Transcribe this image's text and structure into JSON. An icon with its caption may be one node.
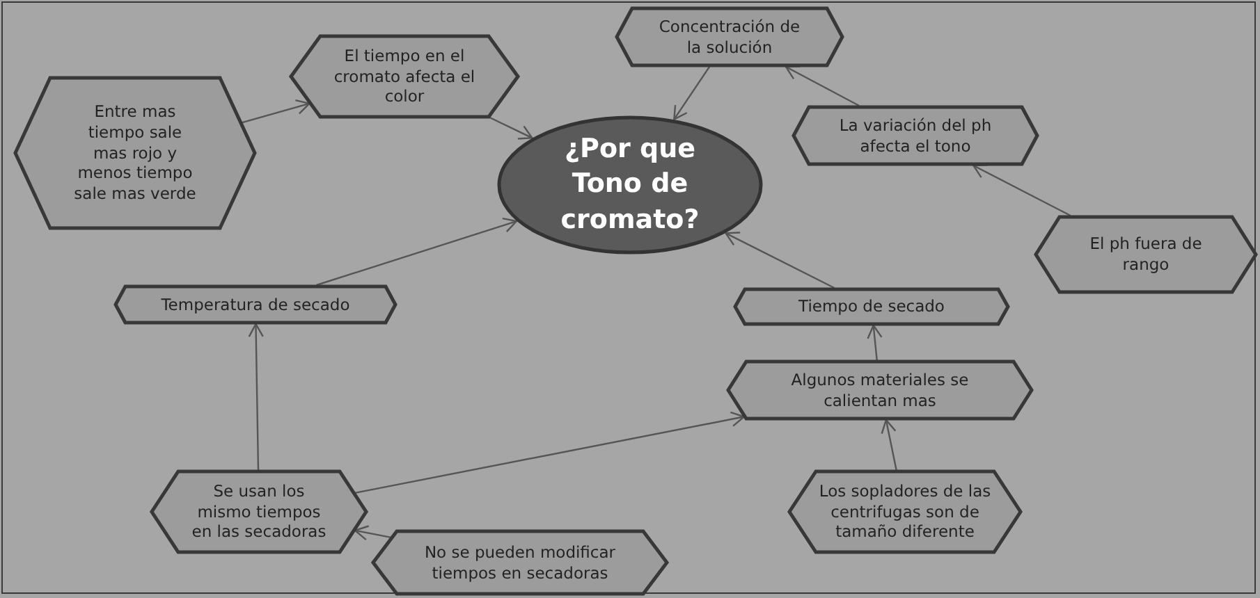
{
  "diagram": {
    "nodes": [
      {
        "text": [
          "¿Por que Tono de cromato?"
        ]
      },
      {
        "text": [
          "Entre mas tiempo sale mas rojo y menos tiempo sale mas verde"
        ]
      },
      {
        "text": [
          "El tiempo en el cromato afecta el color"
        ]
      },
      {
        "text": [
          "Concentración de la solución"
        ]
      },
      {
        "text": [
          "La variación del ph afecta el tono"
        ]
      },
      {
        "text": [
          "El ph fuera de rango"
        ]
      },
      {
        "text": [
          "Temperatura de secado"
        ]
      },
      {
        "text": [
          "Tiempo de secado"
        ]
      },
      {
        "text": [
          "Algunos materiales se calientan mas"
        ]
      },
      {
        "text": [
          "Los sopladores de las centrifugas son de tamaño diferente"
        ]
      },
      {
        "text": [
          "Se usan los mismo tiempos en las secadoras"
        ]
      },
      {
        "text": [
          "No se pueden modificar tiempos en secadoras"
        ]
      }
    ],
    "edges": [
      {
        "from": 1,
        "to": 2,
        "arrow": "to"
      },
      {
        "from": 2,
        "to": 0,
        "arrow": "to"
      },
      {
        "from": 3,
        "to": 0,
        "arrow": "to"
      },
      {
        "from": 4,
        "to": 3,
        "arrow": "to"
      },
      {
        "from": 5,
        "to": 4,
        "arrow": "to"
      },
      {
        "from": 6,
        "to": 0,
        "arrow": "to"
      },
      {
        "from": 7,
        "to": 0,
        "arrow": "to"
      },
      {
        "from": 8,
        "to": 7,
        "arrow": "to"
      },
      {
        "from": 9,
        "to": 8,
        "arrow": "to"
      },
      {
        "from": 10,
        "to": 6,
        "arrow": "to"
      },
      {
        "from": 10,
        "to": 8,
        "arrow": "to"
      },
      {
        "from": 11,
        "to": 10,
        "arrow": "to"
      }
    ]
  }
}
